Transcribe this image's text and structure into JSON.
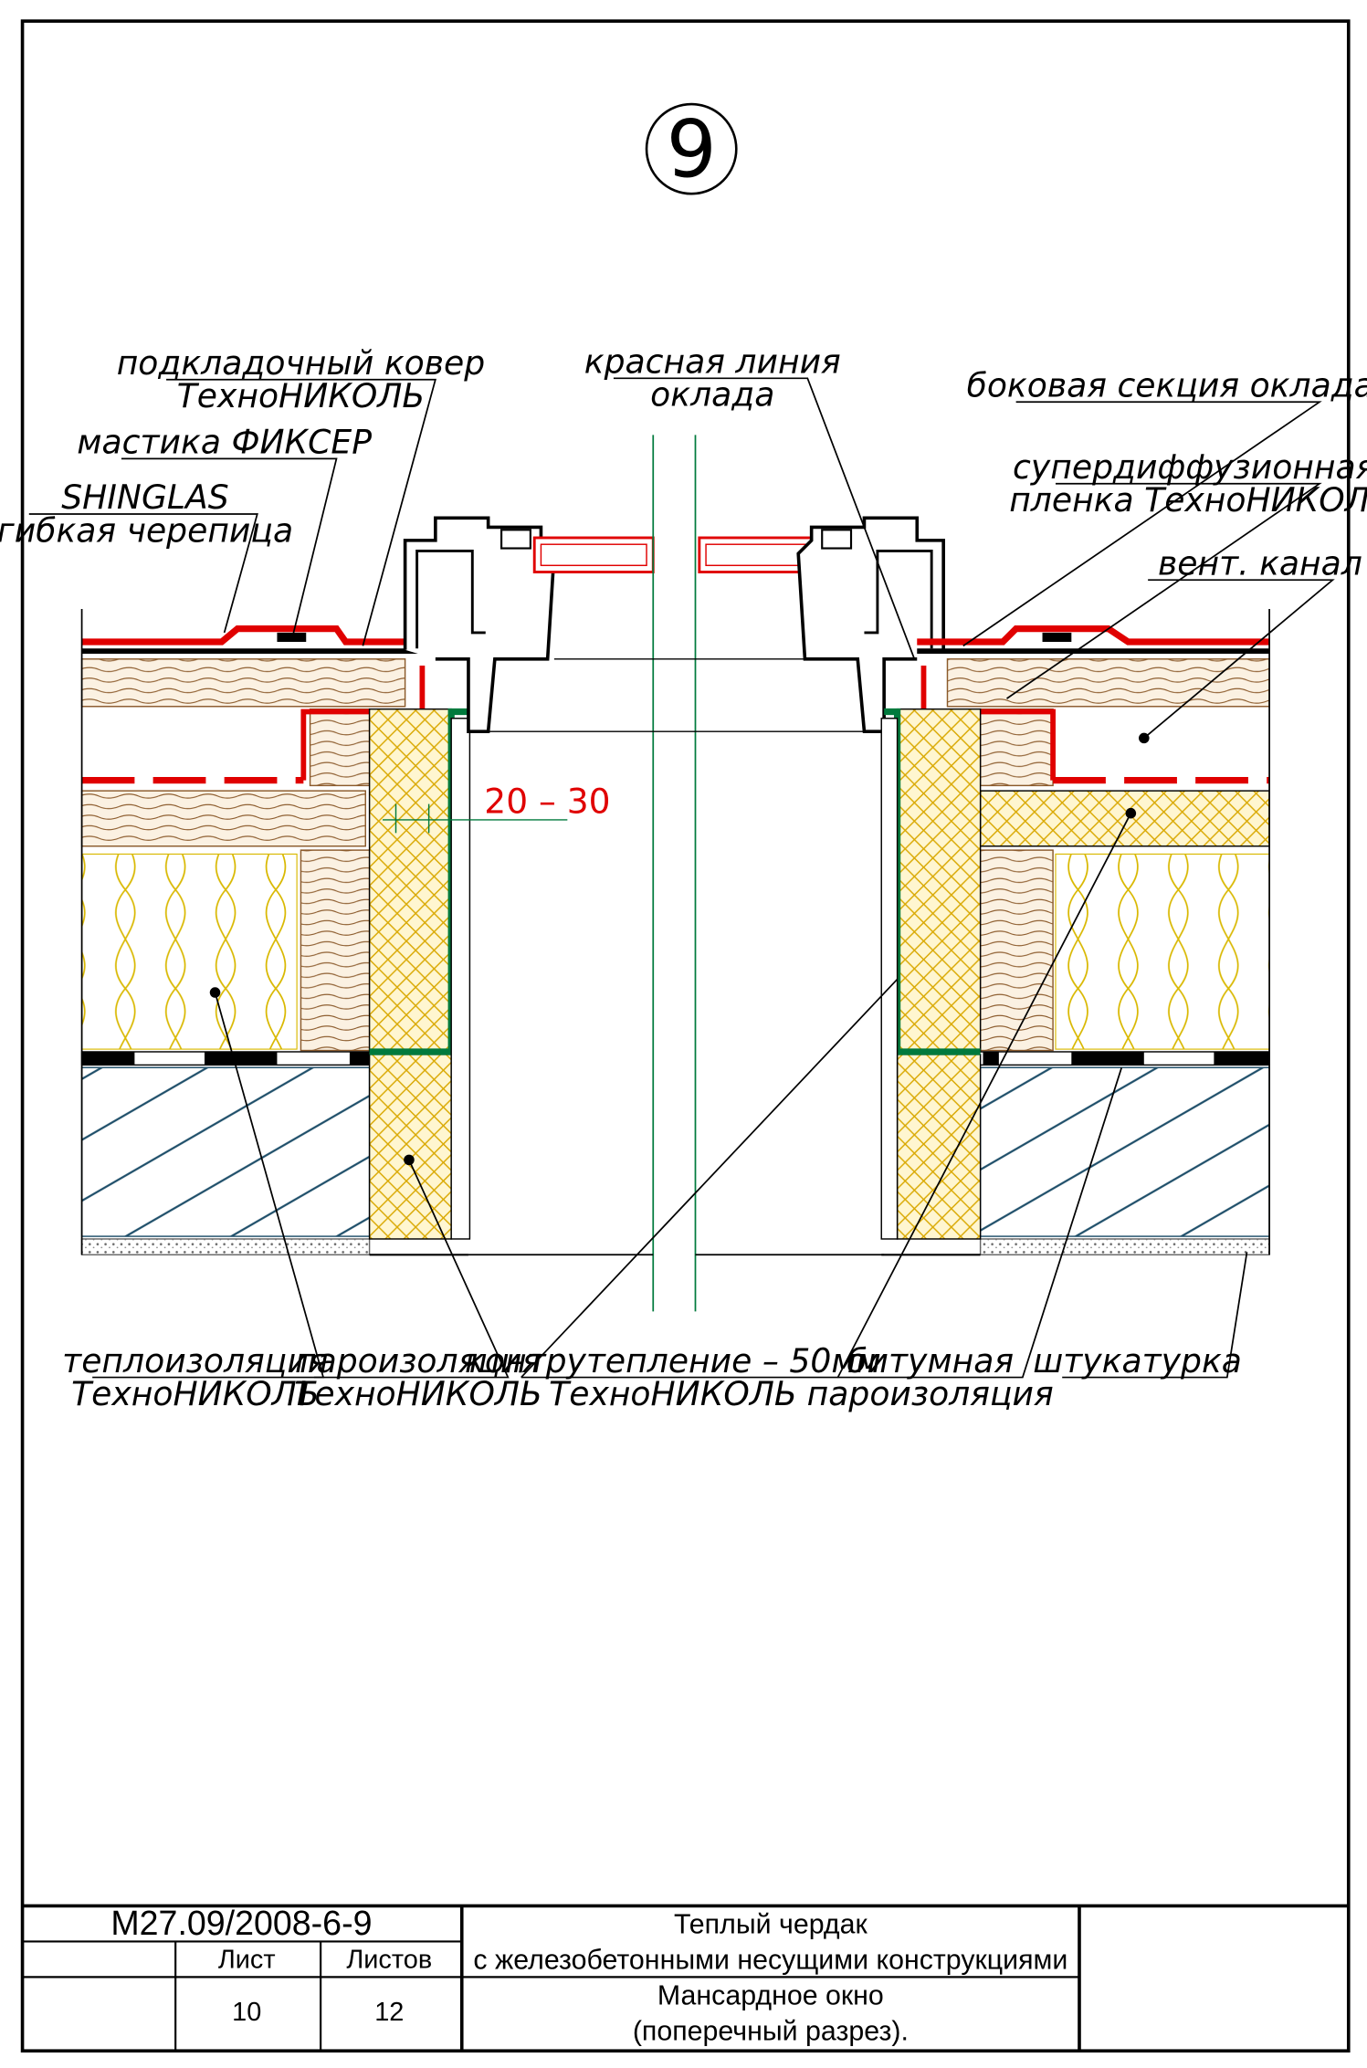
{
  "detail_number": "9",
  "colors": {
    "red_flashing": "#e00000",
    "vapor_barrier_green": "#007a3d",
    "wood": "#8b5a2b",
    "insulation": "#d9b800",
    "concrete": "#1f4f6a",
    "plaster": "#666666"
  },
  "labels": {
    "underlay_1": "подкладочный ковер",
    "underlay_2": "ТехноНИКОЛЬ",
    "mastic": "мастика ФИКСЕР",
    "shinglas_1": "SHINGLAS",
    "shinglas_2": "гибкая черепица",
    "red_line_1": "красная линия",
    "red_line_2": "оклада",
    "side_section": "боковая секция оклада",
    "membrane_1": "супердиффузионная",
    "membrane_2": "пленка ТехноНИКОЛЬ",
    "vent": "вент. канал",
    "thermal_1": "теплоизоляция",
    "thermal_2": "ТехноНИКОЛЬ",
    "vapor_1": "пароизоляция",
    "vapor_2": "ТехноНИКОЛЬ",
    "counter_1": "контрутепление – 50мм",
    "counter_2": "ТехноНИКОЛЬ",
    "bitumen_1": "битумная",
    "bitumen_2": "пароизоляция",
    "plaster": "штукатурка"
  },
  "dimension": "20 – 30",
  "title_block": {
    "doc_code": "М27.09/2008-6-9",
    "sheet_label": "Лист",
    "sheets_label": "Листов",
    "sheet_no": "10",
    "sheets_total": "12",
    "title_line1": "Теплый чердак",
    "title_line2": "с железобетонными несущими конструкциями",
    "subtitle_line1": "Мансардное окно",
    "subtitle_line2": "(поперечный разрез)."
  }
}
